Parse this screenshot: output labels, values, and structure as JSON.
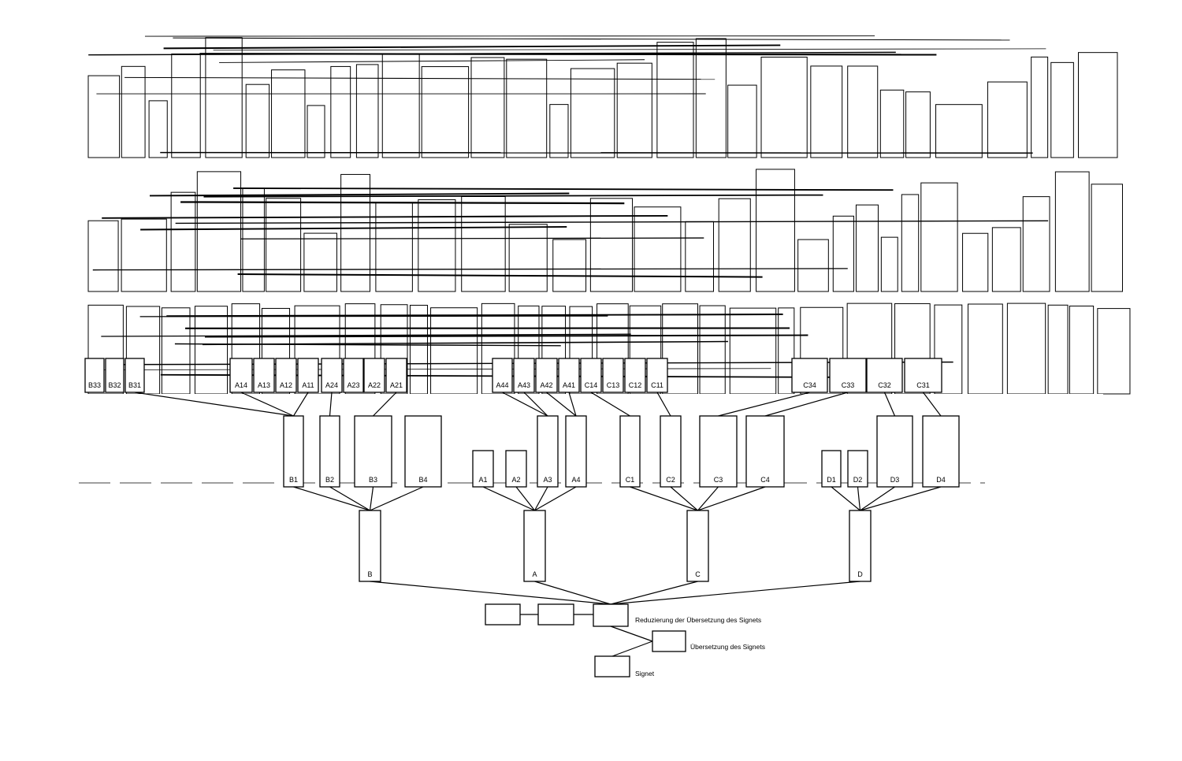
{
  "diagram": {
    "level3_labels": [
      "B33",
      "B32",
      "B31",
      "A14",
      "A13",
      "A12",
      "A11",
      "A24",
      "A23",
      "A22",
      "A21",
      "A44",
      "A43",
      "A42",
      "A41",
      "C14",
      "C13",
      "C12",
      "C11",
      "C34",
      "C33",
      "C32",
      "C31"
    ],
    "level2_labels": [
      "B1",
      "B2",
      "B3",
      "B4",
      "A1",
      "A2",
      "A3",
      "A4",
      "C1",
      "C2",
      "C3",
      "C4",
      "D1",
      "D2",
      "D3",
      "D4"
    ],
    "level1_labels": [
      "B",
      "A",
      "C",
      "D"
    ],
    "captions": {
      "reduction": "Reduzierung der Übersetzung des Signets",
      "translation": "Übersetzung des Signets",
      "signet": "Signet"
    },
    "colors": {
      "ink": "#000000",
      "paper": "#ffffff"
    }
  }
}
